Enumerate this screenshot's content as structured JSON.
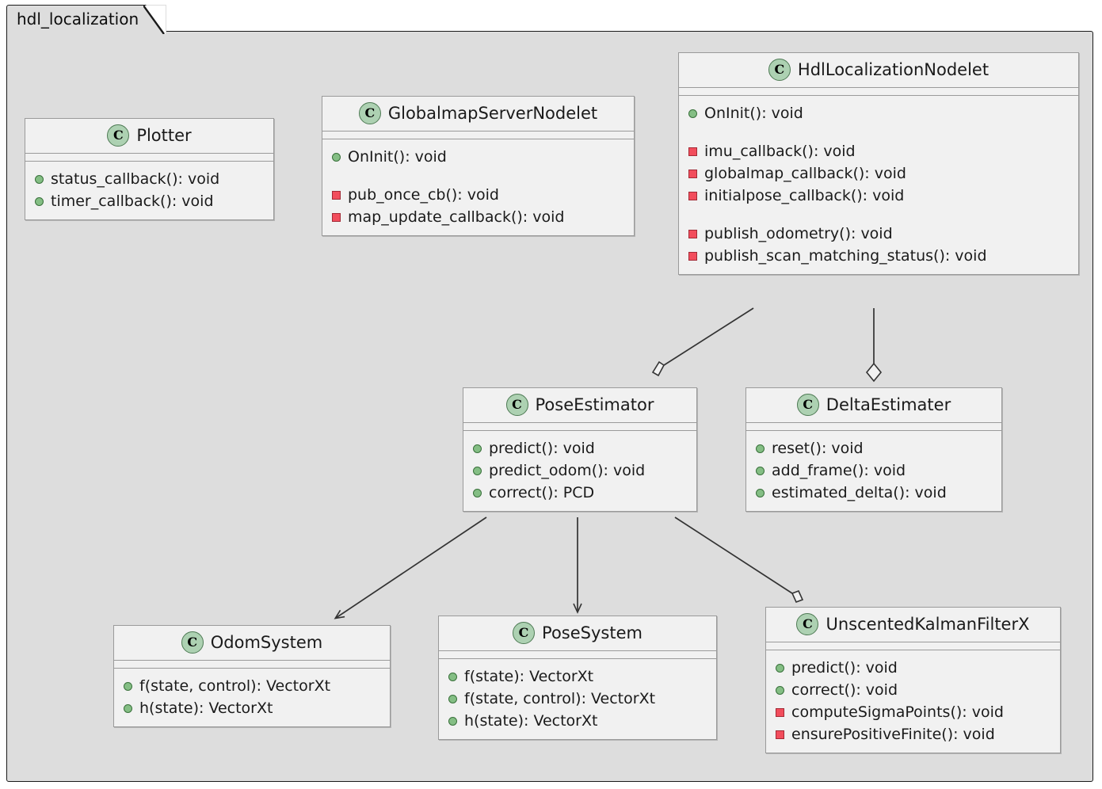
{
  "package": {
    "name": "hdl_localization",
    "background": "#DDDDDD",
    "border_color": "#1a1a1a"
  },
  "legend": {
    "public_marker": "green-circle",
    "private_marker": "red-square",
    "class_icon": "C",
    "class_icon_color": "#ADD1B2",
    "public_color": "#84BE84",
    "private_color": "#F24D5C",
    "box_fill": "#F1F1F1",
    "box_border": "#9a9a9a"
  },
  "classes": [
    {
      "id": "plotter",
      "name": "Plotter",
      "icon": "C",
      "methods": [
        {
          "visibility": "public",
          "label": "status_callback(): void"
        },
        {
          "visibility": "public",
          "label": "timer_callback(): void"
        }
      ]
    },
    {
      "id": "globalmap-server-nodelet",
      "name": "GlobalmapServerNodelet",
      "icon": "C",
      "methods": [
        {
          "visibility": "public",
          "label": "OnInit(): void"
        },
        {
          "visibility": "spacer",
          "label": ""
        },
        {
          "visibility": "private",
          "label": "pub_once_cb(): void"
        },
        {
          "visibility": "private",
          "label": "map_update_callback(): void"
        }
      ]
    },
    {
      "id": "hdl-localization-nodelet",
      "name": "HdlLocalizationNodelet",
      "icon": "C",
      "methods": [
        {
          "visibility": "public",
          "label": "OnInit(): void"
        },
        {
          "visibility": "spacer",
          "label": ""
        },
        {
          "visibility": "private",
          "label": "imu_callback(): void"
        },
        {
          "visibility": "private",
          "label": "globalmap_callback(): void"
        },
        {
          "visibility": "private",
          "label": "initialpose_callback(): void"
        },
        {
          "visibility": "spacer",
          "label": ""
        },
        {
          "visibility": "private",
          "label": "publish_odometry(): void"
        },
        {
          "visibility": "private",
          "label": "publish_scan_matching_status(): void"
        }
      ]
    },
    {
      "id": "pose-estimator",
      "name": "PoseEstimator",
      "icon": "C",
      "methods": [
        {
          "visibility": "public",
          "label": "predict(): void"
        },
        {
          "visibility": "public",
          "label": "predict_odom(): void"
        },
        {
          "visibility": "public",
          "label": "correct(): PCD"
        }
      ]
    },
    {
      "id": "delta-estimater",
      "name": "DeltaEstimater",
      "icon": "C",
      "methods": [
        {
          "visibility": "public",
          "label": "reset(): void"
        },
        {
          "visibility": "public",
          "label": "add_frame(): void"
        },
        {
          "visibility": "public",
          "label": "estimated_delta(): void"
        }
      ]
    },
    {
      "id": "odom-system",
      "name": "OdomSystem",
      "icon": "C",
      "methods": [
        {
          "visibility": "public",
          "label": "f(state, control): VectorXt"
        },
        {
          "visibility": "public",
          "label": "h(state): VectorXt"
        }
      ]
    },
    {
      "id": "pose-system",
      "name": "PoseSystem",
      "icon": "C",
      "methods": [
        {
          "visibility": "public",
          "label": "f(state): VectorXt"
        },
        {
          "visibility": "public",
          "label": "f(state, control): VectorXt"
        },
        {
          "visibility": "public",
          "label": "h(state): VectorXt"
        }
      ]
    },
    {
      "id": "unscented-kalman-filter-x",
      "name": "UnscentedKalmanFilterX",
      "icon": "C",
      "methods": [
        {
          "visibility": "public",
          "label": "predict(): void"
        },
        {
          "visibility": "public",
          "label": "correct(): void"
        },
        {
          "visibility": "private",
          "label": "computeSigmaPoints(): void"
        },
        {
          "visibility": "private",
          "label": "ensurePositiveFinite(): void"
        }
      ]
    }
  ],
  "relations": [
    {
      "from": "hdl-localization-nodelet",
      "to": "pose-estimator",
      "type": "aggregation",
      "head": "hollow-diamond"
    },
    {
      "from": "hdl-localization-nodelet",
      "to": "delta-estimater",
      "type": "aggregation",
      "head": "hollow-diamond"
    },
    {
      "from": "pose-estimator",
      "to": "odom-system",
      "type": "dependency",
      "head": "open-arrow"
    },
    {
      "from": "pose-estimator",
      "to": "pose-system",
      "type": "dependency",
      "head": "open-arrow"
    },
    {
      "from": "pose-estimator",
      "to": "unscented-kalman-filter-x",
      "type": "aggregation",
      "head": "hollow-diamond"
    }
  ]
}
